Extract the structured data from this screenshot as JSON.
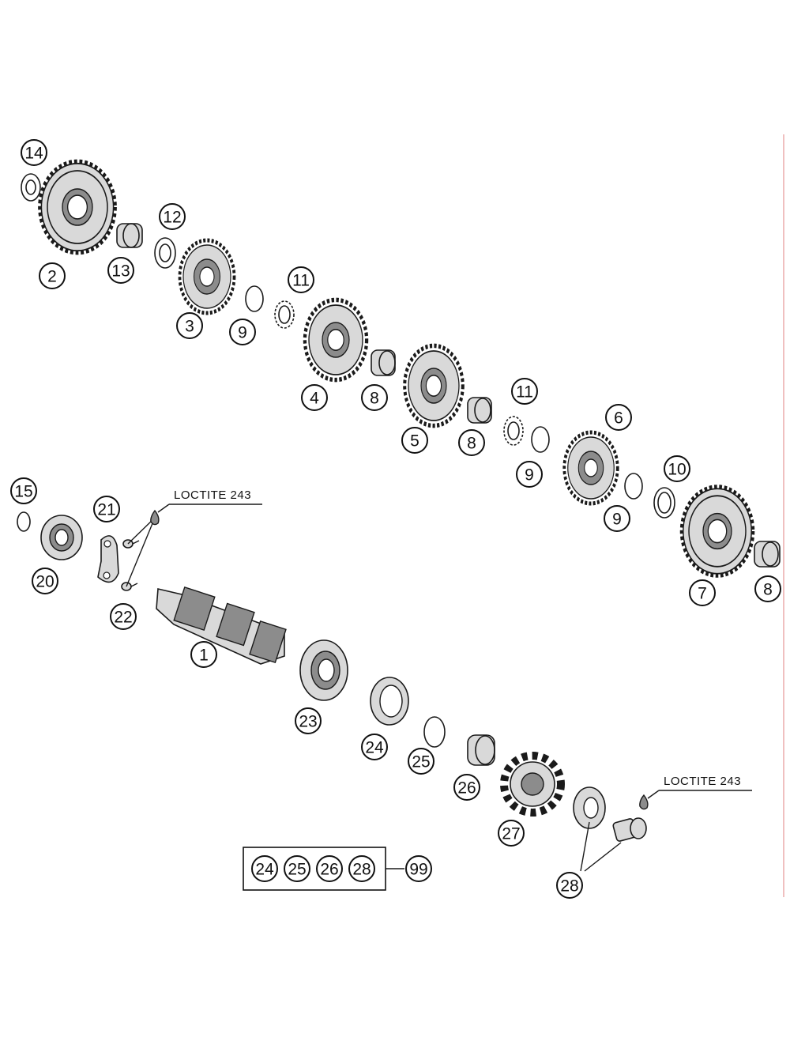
{
  "callouts": [
    {
      "id": "c14",
      "label": "14"
    },
    {
      "id": "c2",
      "label": "2"
    },
    {
      "id": "c13",
      "label": "13"
    },
    {
      "id": "c12",
      "label": "12"
    },
    {
      "id": "c3",
      "label": "3"
    },
    {
      "id": "c9a",
      "label": "9"
    },
    {
      "id": "c11a",
      "label": "11"
    },
    {
      "id": "c4",
      "label": "4"
    },
    {
      "id": "c8a",
      "label": "8"
    },
    {
      "id": "c5",
      "label": "5"
    },
    {
      "id": "c8b",
      "label": "8"
    },
    {
      "id": "c11b",
      "label": "11"
    },
    {
      "id": "c9b",
      "label": "9"
    },
    {
      "id": "c6",
      "label": "6"
    },
    {
      "id": "c9c",
      "label": "9"
    },
    {
      "id": "c10",
      "label": "10"
    },
    {
      "id": "c7",
      "label": "7"
    },
    {
      "id": "c8c",
      "label": "8"
    },
    {
      "id": "c15",
      "label": "15"
    },
    {
      "id": "c21",
      "label": "21"
    },
    {
      "id": "c20",
      "label": "20"
    },
    {
      "id": "c22",
      "label": "22"
    },
    {
      "id": "c1",
      "label": "1"
    },
    {
      "id": "c23",
      "label": "23"
    },
    {
      "id": "c24",
      "label": "24"
    },
    {
      "id": "c25",
      "label": "25"
    },
    {
      "id": "c26",
      "label": "26"
    },
    {
      "id": "c27",
      "label": "27"
    },
    {
      "id": "c28",
      "label": "28"
    }
  ],
  "notes": {
    "loctite_upper": "LOCTITE 243",
    "loctite_lower": "LOCTITE 243"
  },
  "kit": {
    "items": [
      "24",
      "25",
      "26",
      "28"
    ],
    "result": "99"
  }
}
